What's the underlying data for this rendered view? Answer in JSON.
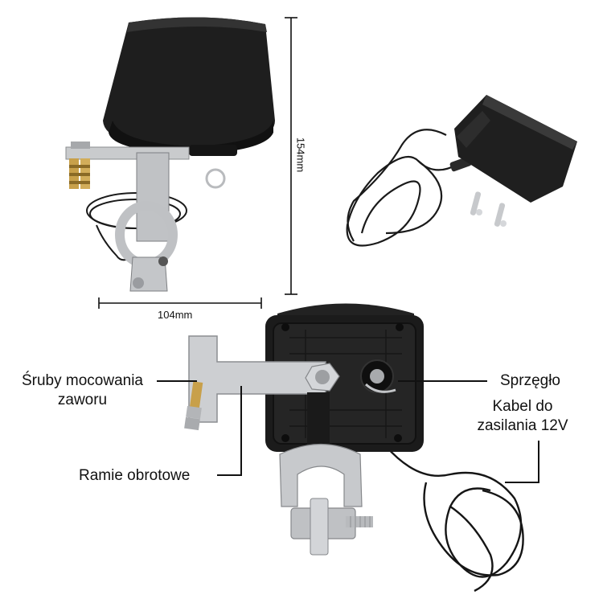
{
  "dimensions": {
    "height_label": "154mm",
    "width_label": "104mm"
  },
  "callouts": {
    "screws_line1": "Śruby mocowania",
    "screws_line2": "zaworu",
    "rotary_arm": "Ramie obrotowe",
    "clutch": "Sprzęgło",
    "cable_line1": "Kabel do",
    "cable_line2": "zasilania 12V"
  },
  "colors": {
    "device_black": "#1b1b1b",
    "metal": "#c9cbcd",
    "brass": "#c8a04a",
    "line": "#111111"
  }
}
